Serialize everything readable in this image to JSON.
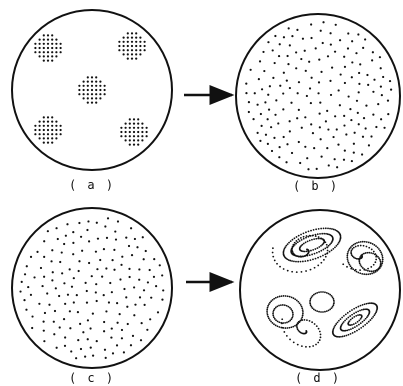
{
  "colors": {
    "ink": "#111111",
    "background": "#ffffff"
  },
  "panels": [
    {
      "id": "a",
      "label": "( a )",
      "content": "five dot clusters"
    },
    {
      "id": "b",
      "label": "( b )",
      "content": "uniformly dispersed dots"
    },
    {
      "id": "c",
      "label": "( c )",
      "content": "uniformly dispersed dots"
    },
    {
      "id": "d",
      "label": "( d )",
      "content": "swirled dotted patches"
    }
  ],
  "arrows": [
    {
      "from": "a",
      "to": "b",
      "icon": "arrow-right-icon"
    },
    {
      "from": "c",
      "to": "d",
      "icon": "arrow-right-icon"
    }
  ]
}
